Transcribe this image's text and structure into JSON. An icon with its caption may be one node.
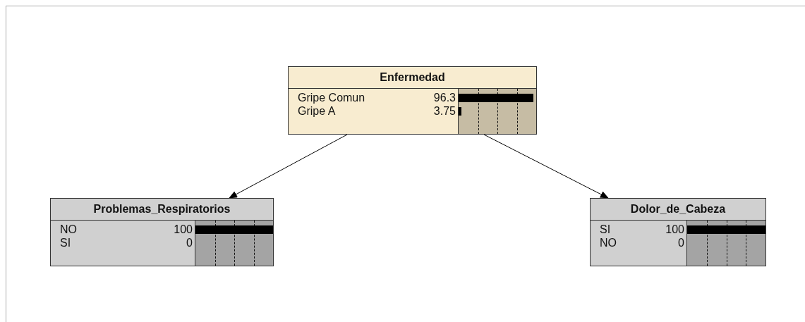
{
  "diagram": {
    "nodes": [
      {
        "text": [
          "Enfermedad",
          "Gripe Comun",
          "96.3",
          "Gripe A",
          "3.75"
        ]
      },
      {
        "text": [
          "Problemas_Respiratorios",
          "NO",
          "100",
          "SI",
          "0"
        ]
      },
      {
        "text": [
          "Dolor_de_Cabeza",
          "SI",
          "100",
          "NO",
          "0"
        ]
      }
    ],
    "edges": [
      {
        "from": 0,
        "to": 1,
        "arrow": "to"
      },
      {
        "from": 0,
        "to": 2,
        "arrow": "to"
      }
    ]
  }
}
